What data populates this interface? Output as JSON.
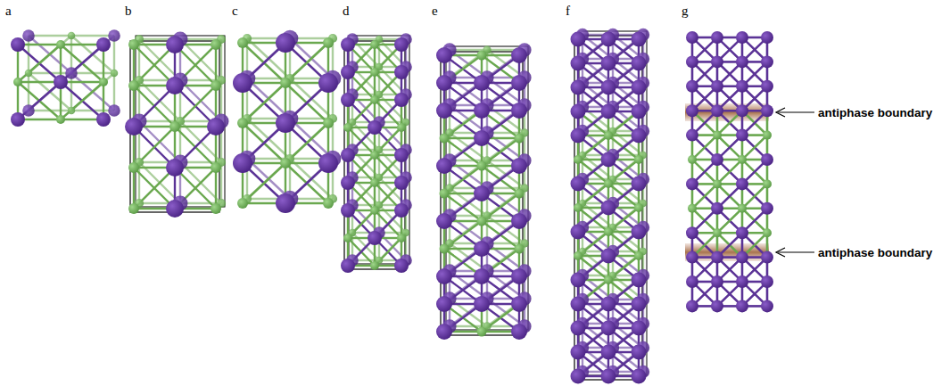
{
  "diagram": {
    "labels": [
      "a",
      "b",
      "c",
      "d",
      "e",
      "f",
      "g",
      "antiphase boundary",
      "antiphase boundary"
    ]
  }
}
